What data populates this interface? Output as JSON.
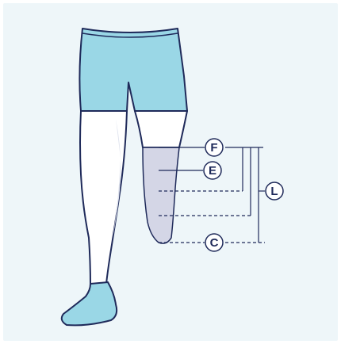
{
  "diagram": {
    "labels": {
      "F": "F",
      "E": "E",
      "C": "C",
      "L": "L"
    },
    "colors": {
      "background": "#eef6f9",
      "outline": "#1f2a5a",
      "shorts": "#9ad7e6",
      "stocking": "#ffffff",
      "shadow": "#dfe3ee",
      "residual_limb": "#d4d6e6",
      "shoe": "#9ad7e6"
    }
  }
}
